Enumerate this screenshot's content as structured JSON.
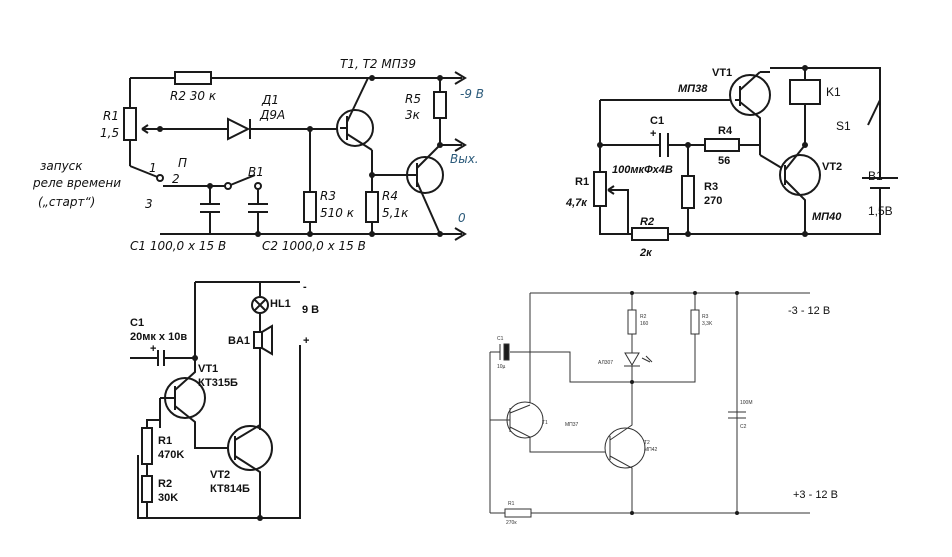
{
  "circuit1": {
    "transistor_label": "T1, T2  МП39",
    "r1_name": "R1",
    "r1_value": "1,5",
    "r2": "R2  30 к",
    "d1_name": "Д1",
    "d1_type": "Д9А",
    "r5_name": "R5",
    "r5_value": "3к",
    "supply": "-9 В",
    "output": "Вых.",
    "zero": "0",
    "start_line1": "запуск",
    "start_line2": "реле времени",
    "start_line3": "(„старт“)",
    "switch_p": "П",
    "pos1": "1",
    "pos2": "2",
    "pos3": "3",
    "b1": "В1",
    "r3_name": "R3",
    "r3_value": "510 к",
    "r4_name": "R4",
    "r4_value": "5,1к",
    "c1": "С1  100,0 х 15 В",
    "c2": "С2  1000,0 х 15 В"
  },
  "circuit2": {
    "vt1_name": "VT1",
    "vt1_type": "МП38",
    "k1": "K1",
    "s1": "S1",
    "c1": "C1",
    "c1_plus": "+",
    "c1_value": "100мкФх4В",
    "r4_name": "R4",
    "r4_value": "56",
    "r1_name": "R1",
    "r1_value": "4,7к",
    "r3_name": "R3",
    "r3_value": "270",
    "vt2_name": "VT2",
    "vt2_type": "МП40",
    "b1_name": "B1",
    "b1_value": "1,5В",
    "r2_name": "R2",
    "r2_value": "2к"
  },
  "circuit3": {
    "minus": "-",
    "hl1": "HL1",
    "supply": "9 В",
    "ba1": "BA1",
    "plus": "+",
    "c1": "C1",
    "c1_value": "20мк х 10в",
    "c1_plus": "+",
    "vt1_name": "VT1",
    "vt1_type": "КТ315Б",
    "r1_name": "R1",
    "r1_value": "470K",
    "vt2_name": "VT2",
    "vt2_type": "КТ814Б",
    "r2_name": "R2",
    "r2_value": "30K"
  },
  "circuit4": {
    "top_supply": "-3 - 12 В",
    "bottom_supply": "+3 - 12 В",
    "c1_name": "C1",
    "c1_value": "10µ",
    "r2_name": "R2",
    "r2_value": "160",
    "r3_name": "R3",
    "r3_value": "3,3K",
    "led": "АЛ307",
    "t1_name": "T1",
    "t1_type": "МП37",
    "c2_value": "100М",
    "c2_name": "C2",
    "t2_name": "T2",
    "t2_type": "МП42",
    "r1_name": "R1",
    "r1_value": "270к"
  }
}
